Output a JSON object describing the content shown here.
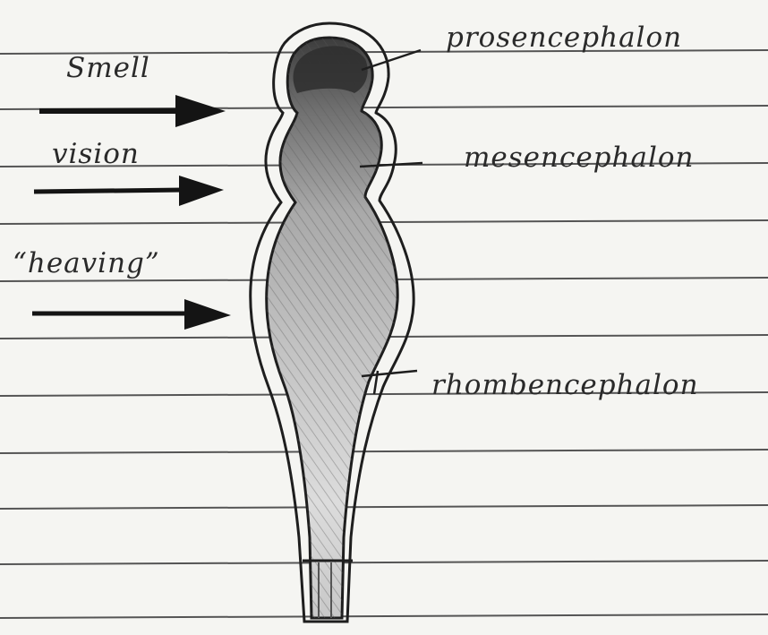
{
  "sense_labels": {
    "smell": "Smell",
    "vision": "vision",
    "hearing": "“heaving”"
  },
  "region_labels": {
    "prosencephalon": "prosencephalon",
    "mesencephalon": "mesencephalon",
    "rhombencephalon": "rhombencephalon"
  },
  "colors": {
    "paper": "#f5f5f2",
    "rule_line": "#3a3a3a",
    "ink": "#1e1e1e",
    "shading_dark": "#3c3c3c",
    "shading_mid": "#9a9a9a",
    "shading_light": "#d8d8d8"
  }
}
